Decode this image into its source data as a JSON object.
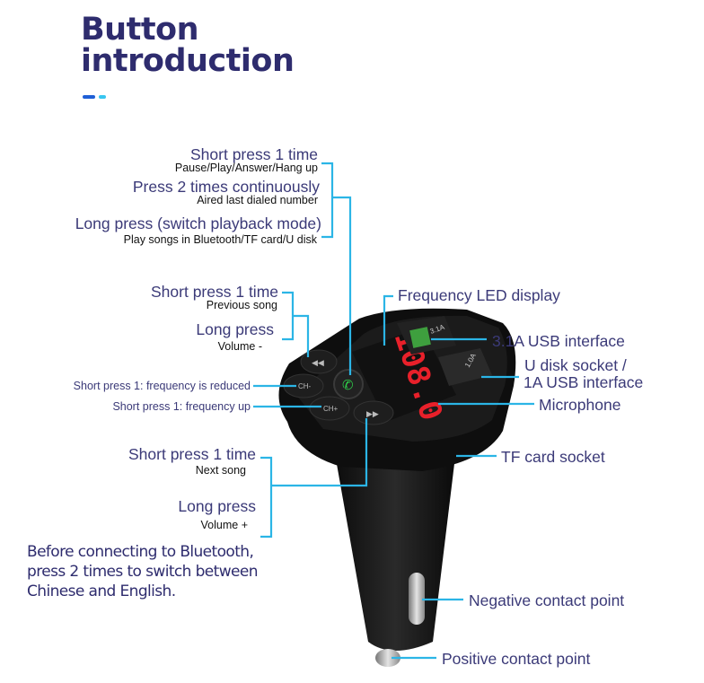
{
  "title": {
    "line1": "Button",
    "line2": "introduction"
  },
  "display_value": "108.0",
  "port_labels": {
    "usb1": "3.1A",
    "usb2": "1.0A"
  },
  "labels": {
    "center_short": "Short press 1 time",
    "center_short_desc": "Pause/Play/Answer/Hang up",
    "center_double": "Press 2 times continuously",
    "center_double_desc": "Aired last dialed number",
    "center_long": "Long press (switch playback mode)",
    "center_long_desc": "Play songs in Bluetooth/TF card/U disk",
    "prev_short": "Short press 1 time",
    "prev_short_desc": "Previous song",
    "prev_long": "Long press",
    "prev_long_desc": "Volume -",
    "ch_minus": "Short press 1: frequency is reduced",
    "ch_plus": "Short press 1: frequency up",
    "next_short": "Short press 1 time",
    "next_short_desc": "Next song",
    "next_long": "Long press",
    "next_long_desc": "Volume +",
    "freq_display": "Frequency LED display",
    "usb31": "3.1A USB interface",
    "udisk_1": "U disk socket /",
    "udisk_2": "1A USB interface",
    "microphone": "Microphone",
    "tf_card": "TF card socket",
    "negative": "Negative contact point",
    "positive": "Positive contact point"
  },
  "note": {
    "line1": "Before connecting to Bluetooth,",
    "line2": "press 2 times to switch between",
    "line3": "Chinese and English."
  },
  "colors": {
    "title": "#2e2c6e",
    "leader_line": "#2bb5e6",
    "display": "#e8202a",
    "accent_dash_dark": "#1f5fd6",
    "accent_dash_light": "#38c6f0"
  }
}
